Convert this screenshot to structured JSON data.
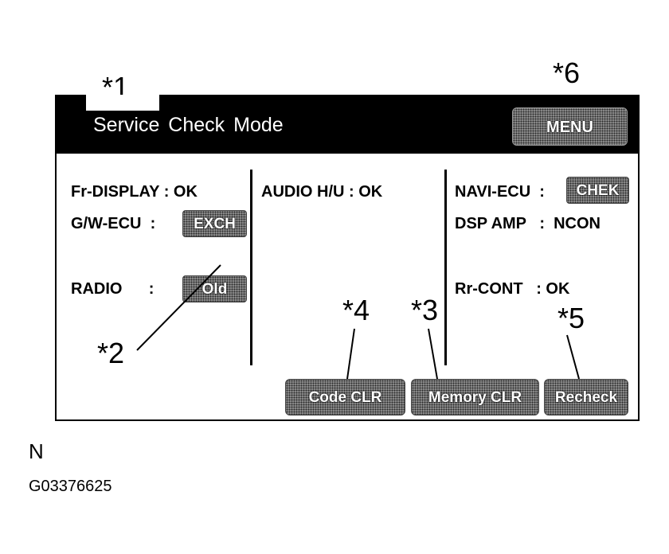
{
  "callouts": {
    "c1": "*1",
    "c2": "*2",
    "c3": "*3",
    "c4": "*4",
    "c5": "*5",
    "c6": "*6"
  },
  "screen": {
    "title": "Service  Check  Mode",
    "menu_label": "MENU"
  },
  "left_column": {
    "fr_display": "Fr-DISPLAY : OK",
    "gw_ecu": "G/W-ECU  :",
    "gw_ecu_btn": "EXCH",
    "radio": "RADIO      :",
    "radio_btn": "Old"
  },
  "middle_column": {
    "audio_hu": "AUDIO H/U : OK"
  },
  "right_column": {
    "navi_ecu": "NAVI-ECU  :",
    "navi_ecu_btn": "CHEK",
    "dsp_amp": "DSP AMP   :  NCON",
    "rr_cont": "Rr-CONT   : OK"
  },
  "bottom_buttons": {
    "code_clr": "Code CLR",
    "memory_clr": "Memory CLR",
    "recheck": "Recheck"
  },
  "footer": {
    "letter": "N",
    "code": "G03376625"
  }
}
